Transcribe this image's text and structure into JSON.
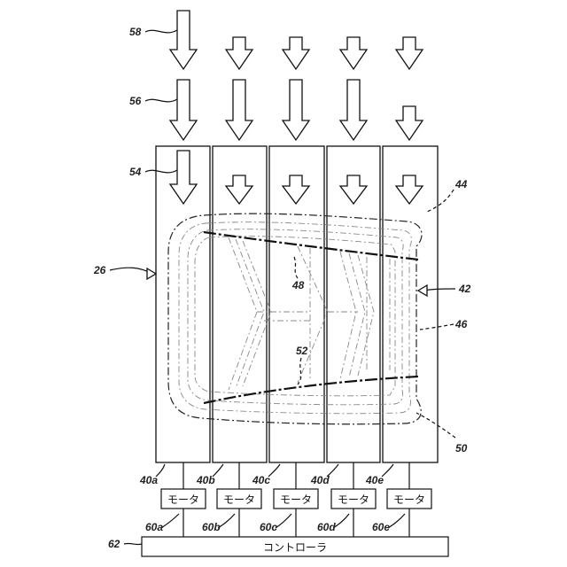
{
  "refs": {
    "r58": "58",
    "r56": "56",
    "r54": "54",
    "r26": "26",
    "r44": "44",
    "r48": "48",
    "r42": "42",
    "r46": "46",
    "r52": "52",
    "r50": "50",
    "r40a": "40a",
    "r40b": "40b",
    "r40c": "40c",
    "r40d": "40d",
    "r40e": "40e",
    "r60a": "60a",
    "r60b": "60b",
    "r60c": "60c",
    "r60d": "60d",
    "r60e": "60e",
    "r62": "62"
  },
  "motor_label": "モータ",
  "controller_label": "コントローラ"
}
